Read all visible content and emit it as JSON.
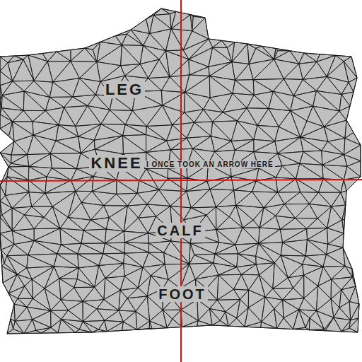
{
  "diagram": {
    "labels": [
      "LEG",
      "KNEE",
      "I ONCE TOOK AN ARROW HERE",
      "CALF",
      "FOOT"
    ]
  }
}
